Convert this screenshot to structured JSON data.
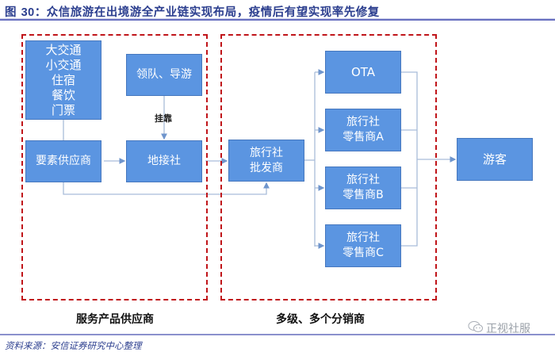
{
  "figure": {
    "title_prefix": "图 ",
    "title_number": "30",
    "title_text": "：众信旅游在出境游全产业链实现布局，疫情后有望实现率先修复",
    "source": "资料来源：安信证券研究中心整理"
  },
  "groups": {
    "left_label": "服务产品供应商",
    "right_label": "多级、多个分销商"
  },
  "nodes": {
    "resources": "大交通\n小交通\n住宿\n餐饮\n门票",
    "guides": "领队、导游",
    "element_supplier": "要素供应商",
    "ground_agency": "地接社",
    "wholesaler": "旅行社\n批发商",
    "ota": "OTA",
    "retailer_a": "旅行社\n零售商A",
    "retailer_b": "旅行社\n零售商B",
    "retailer_c": "旅行社\n零售商C",
    "tourist": "游客"
  },
  "edges": {
    "affiliation_label": "挂靠"
  },
  "colors": {
    "node_fill": "#5b95e1",
    "dash_border": "#c0151a",
    "title": "#2c3f8f",
    "connector": "#9db3d6"
  },
  "watermark": {
    "icon": "wechat-icon",
    "text": "正视社服"
  }
}
